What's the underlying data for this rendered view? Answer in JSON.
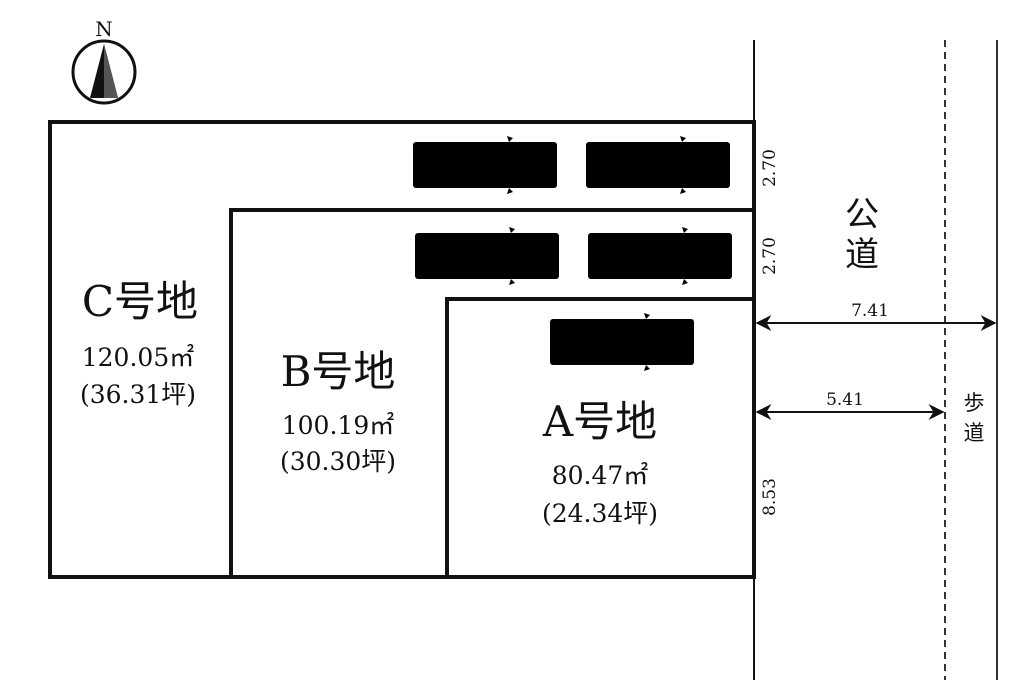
{
  "compass": {
    "label": "N"
  },
  "lots": [
    {
      "id": "C",
      "title": "C号地",
      "area": "120.05㎡",
      "tsubo": "(36.31坪)"
    },
    {
      "id": "B",
      "title": "B号地",
      "area": "100.19㎡",
      "tsubo": "(30.30坪)"
    },
    {
      "id": "A",
      "title": "A号地",
      "area": "80.47㎡",
      "tsubo": "(24.34坪)"
    }
  ],
  "dimensions": {
    "frontage_c": "2.70",
    "frontage_b": "2.70",
    "frontage_a": "8.53",
    "road_total_width": "7.41",
    "road_carriageway_width": "5.41"
  },
  "road": {
    "label_line1": "公",
    "label_line2": "道"
  },
  "sidewalk": {
    "label_line1": "歩",
    "label_line2": "道"
  },
  "parking_spaces": 5,
  "colors": {
    "line": "#111111",
    "car": "#8a8a8a"
  }
}
